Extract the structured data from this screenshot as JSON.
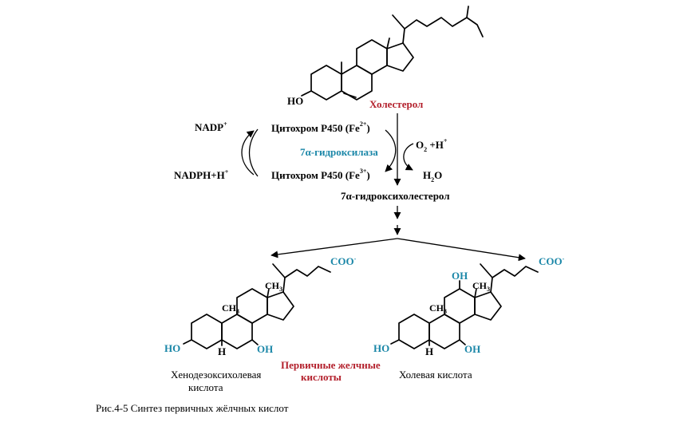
{
  "colors": {
    "teal": "#1b87a8",
    "red": "#b3202c"
  },
  "cholesterol": {
    "name": "Холестерол",
    "ho": "HO"
  },
  "reaction": {
    "nadp": "NADP",
    "nadp_sup": "+",
    "nadph": "NADPH+H",
    "nadph_sup": "+",
    "cyt_ox_text": "Цитохром P450 (Fe",
    "cyt_ox_sup": "2+",
    "cyt_ox_close": ")",
    "cyt_red_text": "Цитохром P450 (Fe",
    "cyt_red_sup": "3+",
    "cyt_red_close": ")",
    "enzyme": "7α-гидроксилаза",
    "o2_base": "O",
    "o2_sub": "2",
    "o2_rest": " +H",
    "o2_sup": "+",
    "water_a": "H",
    "water_sub": "2",
    "water_b": "O"
  },
  "intermediate": {
    "name": "7α-гидроксихолестерол"
  },
  "chenodeoxycholic": {
    "coo": "COO",
    "coo_sup": "-",
    "ch3_top": "CH",
    "ch3_top_sub": "3",
    "ch3_mid": "CH",
    "ch3_mid_sub": "3",
    "ho": "HO",
    "oh": "OH",
    "h": "H",
    "name_line1": "Хенодезоксихолевая",
    "name_line2": "кислота"
  },
  "primary_label": {
    "line1": "Первичные желчные",
    "line2": "кислоты"
  },
  "cholic": {
    "coo": "COO",
    "coo_sup": "-",
    "oh_12": "OH",
    "ch3_top": "CH",
    "ch3_top_sub": "3",
    "ch3_mid": "CH",
    "ch3_mid_sub": "3",
    "ho": "HO",
    "oh_7": "OH",
    "h": "H",
    "name": "Холевая кислота"
  },
  "caption": "Рис.4-5  Синтез первичных жёлчных кислот"
}
